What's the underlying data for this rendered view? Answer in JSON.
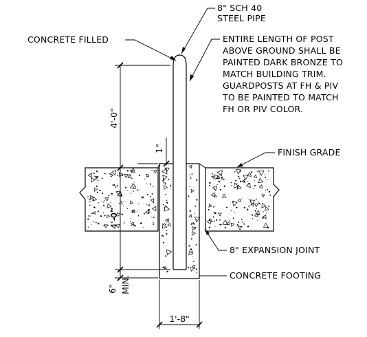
{
  "labels": {
    "pipe_line1": "8\" SCH 40",
    "pipe_line2": "STEEL PIPE",
    "concrete_filled": "CONCRETE FILLED",
    "note_lines": [
      "ENTIRE LENGTH OF POST",
      "ABOVE GROUND SHALL BE",
      "PAINTED DARK BRONZE TO",
      "MATCH BUILDING TRIM.",
      "GUARDPOSTS AT FH & PIV",
      "TO BE PAINTED TO MATCH",
      "FH OR PIV COLOR."
    ],
    "finish_grade": "FINISH GRADE",
    "expansion_joint": "8\" EXPANSION JOINT",
    "concrete_footing": "CONCRETE FOOTING"
  },
  "dimensions": {
    "above_ground": "4'-0\"",
    "cap_offset": "1\"",
    "below_ground": "4'-0\"",
    "base_depth": "6\"",
    "base_depth_note": "MIN.",
    "footing_width": "1'-8\""
  }
}
